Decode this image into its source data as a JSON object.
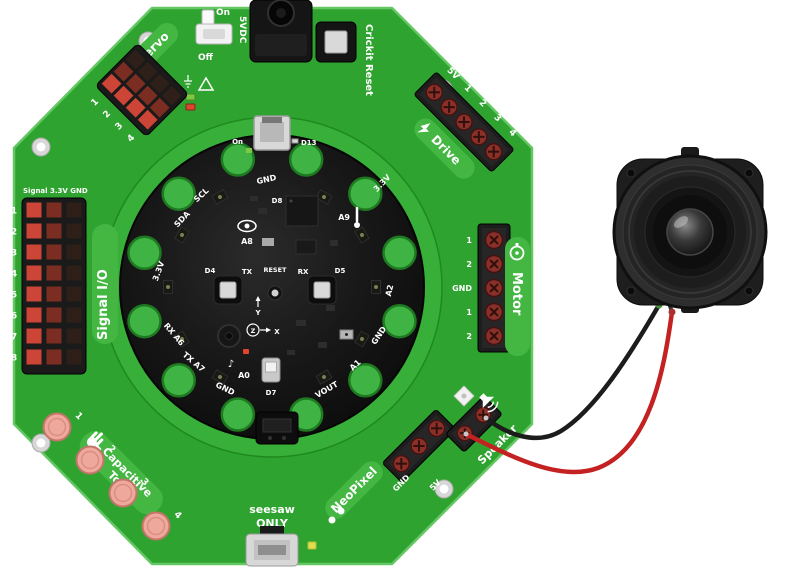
{
  "colors": {
    "board_green": "#2FA32F",
    "banner_green": "#44B743",
    "circle_green": "#38AF38",
    "pin_red": "#CC4536",
    "pin_maroon": "#7C2D21",
    "pin_dark": "#2E1F18",
    "screw_red": "#8B3028",
    "touch_pad_pink": "#EFA99C",
    "wire_red": "#C42222",
    "wire_black": "#1C1C1C"
  },
  "board": {
    "power": {
      "on": "On",
      "off": "Off",
      "vdc": "5VDC"
    },
    "reset_label": "Crickit Reset",
    "servo": {
      "title": "Servo",
      "pins": [
        "1",
        "2",
        "3",
        "4"
      ]
    },
    "drive": {
      "title": "Drive",
      "labels": [
        "5V",
        "1",
        "2",
        "3",
        "4"
      ]
    },
    "signal": {
      "title": "Signal I/O",
      "header": "Signal 3.3V GND",
      "pins": [
        "1",
        "2",
        "3",
        "4",
        "5",
        "6",
        "7",
        "8"
      ]
    },
    "motor": {
      "title": "Motor",
      "labels": [
        "1",
        "2",
        "GND",
        "1",
        "2"
      ]
    },
    "touch": {
      "title_line1": "Capacitive",
      "title_line2": "Touch",
      "pads": [
        "1",
        "2",
        "3",
        "4"
      ]
    },
    "neopixel": {
      "title": "NeoPixel",
      "gnd": "GND",
      "five_v": "5V"
    },
    "speaker": {
      "title": "Speaker"
    },
    "seesaw": {
      "line1": "seesaw",
      "line2": "ONLY"
    }
  },
  "cpx": {
    "usb": {
      "on": "On",
      "d13": "D13"
    },
    "top": {
      "d8": "D8"
    },
    "buttons": {
      "d4": "D4",
      "tx": "TX",
      "reset": "RESET",
      "rx": "RX",
      "d5": "D5"
    },
    "sensors": {
      "light": "A8",
      "temp": "A9"
    },
    "axis": {
      "y": "Y",
      "z": "Z",
      "x": "X"
    },
    "audio": {
      "note": "♪",
      "a0": "A0"
    },
    "switch": {
      "d7": "D7"
    },
    "pads": {
      "gnd_top": "GND",
      "scl": "SCL",
      "sda": "SDA",
      "v33_left": "3.3V",
      "rx_a6": "RX A6",
      "tx_a7": "TX A7",
      "gnd_bl": "GND",
      "vout": "VOUT",
      "a1": "A1",
      "gnd_r": "GND",
      "a2": "A2",
      "v33_tr": "3.3V"
    }
  }
}
